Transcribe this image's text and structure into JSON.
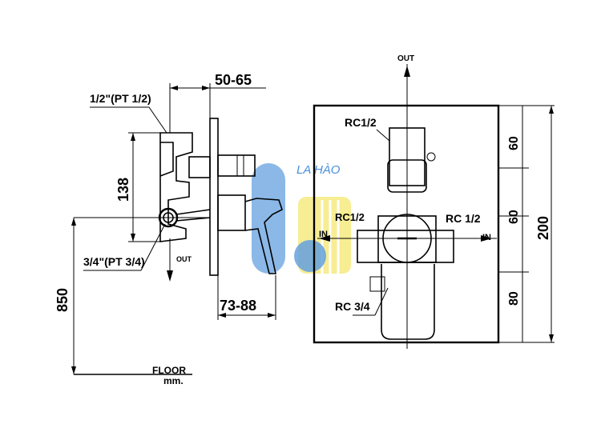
{
  "side_view": {
    "dim_top": "50-65",
    "dim_height": "138",
    "dim_floor": "850",
    "dim_bottom": "73-88",
    "label_top_inlet": "1/2\"(PT 1/2)",
    "label_bottom_inlet": "3/4\"(PT 3/4)",
    "label_out": "OUT",
    "floor": "FLOOR",
    "units": "mm."
  },
  "front_view": {
    "label_out": "OUT",
    "rc_top": "RC1/2",
    "rc_left": "RC1/2",
    "rc_right": "RC 1/2",
    "rc_bottom": "RC 3/4",
    "in_left": "IN",
    "in_right": "IN",
    "dim_60a": "60",
    "dim_60b": "60",
    "dim_80": "80",
    "dim_200": "200"
  },
  "watermark": {
    "text": "LA HÀO",
    "colors": {
      "blue": "#4a90d9",
      "yellow": "#f2e24a"
    }
  }
}
